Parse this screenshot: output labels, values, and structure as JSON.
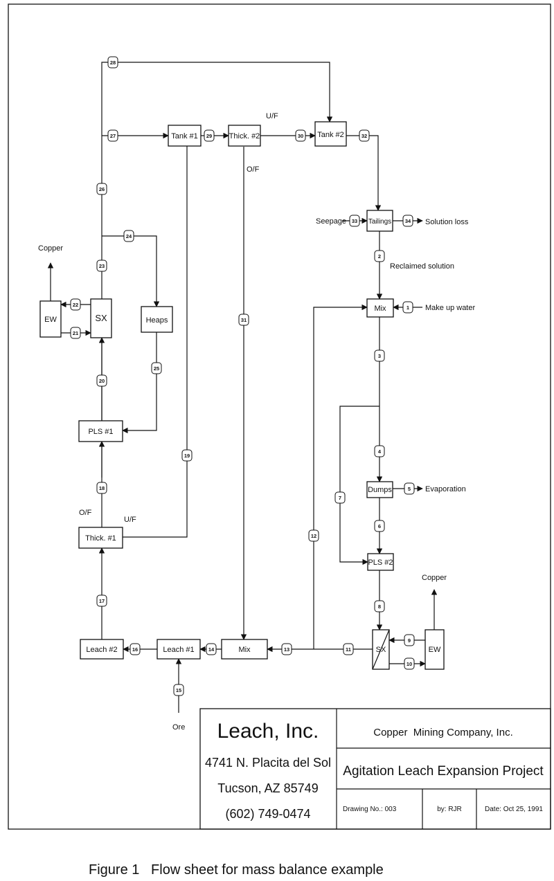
{
  "units": {
    "tank1": "Tank #1",
    "thick2": "Thick. #2",
    "tank2": "Tank #2",
    "tailings": "Tailings",
    "ew_left": "EW",
    "sx_left": "SX",
    "heaps": "Heaps",
    "mix_right": "Mix",
    "dumps": "Dumps",
    "pls1": "PLS #1",
    "pls2": "PLS #2",
    "thick1": "Thick. #1",
    "leach2": "Leach #2",
    "leach1": "Leach #1",
    "mix_bottom": "Mix",
    "sx_right": "SX",
    "ew_right": "EW"
  },
  "external_labels": {
    "uf_top": "U/F",
    "of_top": "O/F",
    "seepage": "Seepage",
    "solution_loss": "Solution loss",
    "reclaimed_solution": "Reclaimed solution",
    "make_up_water": "Make up water",
    "evaporation": "Evaporation",
    "copper_left": "Copper",
    "copper_right": "Copper",
    "of_left": "O/F",
    "uf_left": "U/F",
    "ore": "Ore"
  },
  "streams": {
    "s1": "1",
    "s2": "2",
    "s3": "3",
    "s4": "4",
    "s5": "5",
    "s6": "6",
    "s7": "7",
    "s8": "8",
    "s9": "9",
    "s10": "10",
    "s11": "11",
    "s12": "12",
    "s13": "13",
    "s14": "14",
    "s15": "15",
    "s16": "16",
    "s17": "17",
    "s18": "18",
    "s19": "19",
    "s20": "20",
    "s21": "21",
    "s22": "22",
    "s23": "23",
    "s24": "24",
    "s25": "25",
    "s26": "26",
    "s27": "27",
    "s28": "28",
    "s29": "29",
    "s30": "30",
    "s31": "31",
    "s32": "32",
    "s33": "33",
    "s34": "34"
  },
  "title_block": {
    "company": "Leach, Inc.",
    "address1": "4741 N. Placita del Sol",
    "address2": "Tucson, AZ 85749",
    "phone": "(602) 749-0474",
    "client": "Copper  Mining Company, Inc.",
    "project": "Agitation Leach Expansion Project",
    "drawing_no": "Drawing No.: 003",
    "by": "by: RJR",
    "date": "Date: Oct 25, 1991"
  },
  "caption": "Figure 1   Flow sheet for mass balance example"
}
